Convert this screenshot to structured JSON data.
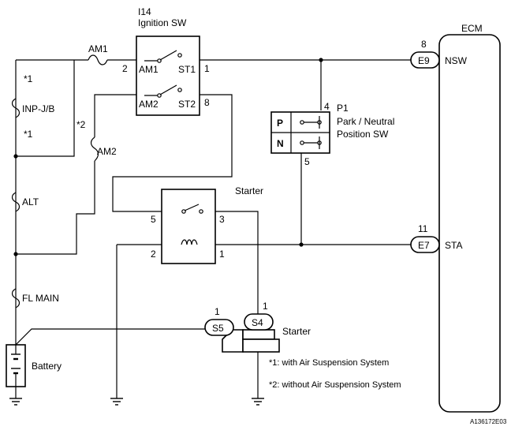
{
  "ignition_switch": {
    "ref": "I14",
    "name": "Ignition SW",
    "terminals": [
      "AM1",
      "ST1",
      "AM2",
      "ST2"
    ],
    "pins": {
      "am1": "2",
      "st1": "1",
      "st2": "8"
    }
  },
  "fuses": {
    "am1": "AM1",
    "am2": "AM2",
    "inp_jb": "INP-J/B",
    "alt": "ALT",
    "fl_main": "FL MAIN"
  },
  "markers": {
    "star1": "*1",
    "star2": "*2"
  },
  "ecm": {
    "title": "ECM",
    "connectors": [
      {
        "pin": "8",
        "name": "E9",
        "signal": "NSW"
      },
      {
        "pin": "11",
        "name": "E7",
        "signal": "STA"
      }
    ]
  },
  "park_neutral": {
    "ref": "P1",
    "name_line1": "Park / Neutral",
    "name_line2": "Position SW",
    "rows": [
      "P",
      "N"
    ],
    "pins": {
      "top": "4",
      "bottom": "5"
    }
  },
  "starter_relay": {
    "name": "Starter",
    "pins": {
      "switch_left": "5",
      "switch_right": "3",
      "coil_left": "2",
      "coil_right": "1"
    }
  },
  "starter_motor": {
    "name": "Starter",
    "connectors": [
      {
        "pin": "1",
        "name": "S5"
      },
      {
        "pin": "1",
        "name": "S4"
      }
    ]
  },
  "battery": {
    "name": "Battery"
  },
  "notes": [
    "*1: with Air Suspension System",
    "*2: without Air Suspension System"
  ],
  "figure_id": "A136172E03"
}
